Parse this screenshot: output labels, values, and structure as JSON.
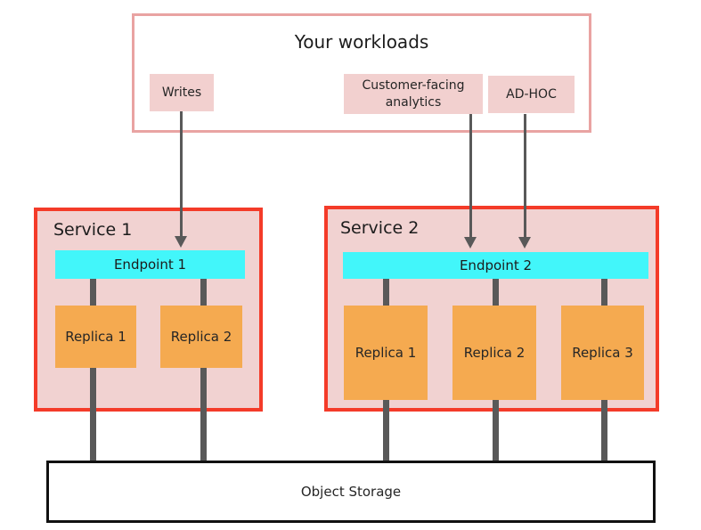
{
  "workloads": {
    "title": "Your workloads",
    "items": [
      {
        "label": "Writes"
      },
      {
        "label": "Customer-facing analytics"
      },
      {
        "label": "AD-HOC"
      }
    ]
  },
  "services": [
    {
      "name": "Service 1",
      "endpoint": "Endpoint 1",
      "replicas": [
        "Replica 1",
        "Replica 2"
      ]
    },
    {
      "name": "Service 2",
      "endpoint": "Endpoint 2",
      "replicas": [
        "Replica 1",
        "Replica 2",
        "Replica 3"
      ]
    }
  ],
  "storage": {
    "label": "Object Storage"
  },
  "connections": [
    {
      "from": "Writes",
      "to": "Endpoint 1"
    },
    {
      "from": "Customer-facing analytics",
      "to": "Endpoint 2"
    },
    {
      "from": "AD-HOC",
      "to": "Endpoint 2"
    },
    {
      "from": "Service 1 replicas",
      "to": "Object Storage"
    },
    {
      "from": "Service 2 replicas",
      "to": "Object Storage"
    }
  ],
  "colors": {
    "workloads_border": "#e9a3a2",
    "workload_item_bg": "#f2d0cf",
    "service_border": "#f43b29",
    "service_bg": "#f1d2d1",
    "endpoint_bg": "#42f6fa",
    "replica_bg": "#f5aa50",
    "connector": "#595959",
    "storage_border": "#111111"
  }
}
